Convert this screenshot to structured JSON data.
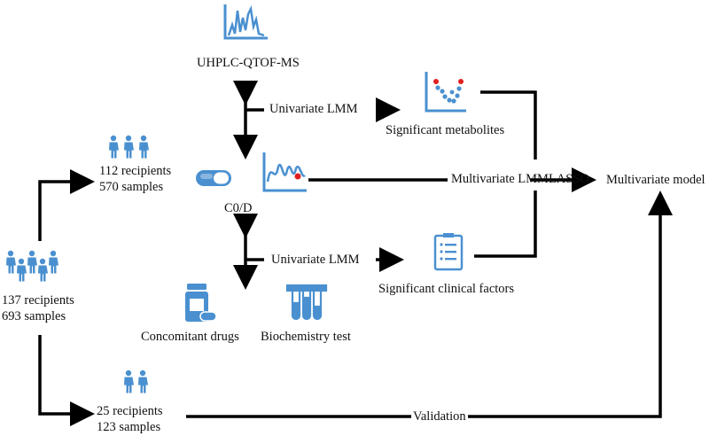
{
  "nodes": {
    "cohort_all": {
      "line1": "137 recipients",
      "line2": "693 samples"
    },
    "cohort_train": {
      "line1": "112 recipients",
      "line2": "570 samples"
    },
    "cohort_val": {
      "line1": "25 recipients",
      "line2": "123 samples"
    },
    "uhplc": "UHPLC-QTOF-MS",
    "c0d": "C0/D",
    "concomitant": "Concomitant drugs",
    "biochem": "Biochemistry test",
    "sig_metabolites": "Significant metabolites",
    "sig_clinical": "Significant clinical factors",
    "multivariate_model": "Multivariate model"
  },
  "edges": {
    "univariate_top": "Univariate LMM",
    "univariate_bottom": "Univariate LMM",
    "multivariate_lasso": "Multivariate LMMLASSO",
    "validation": "Validation"
  },
  "colors": {
    "icon_blue": "#4a90d0",
    "dot_red": "#e02020",
    "arrow": "#000000"
  },
  "icons": [
    "people-group-icon",
    "pill-capsule-icon",
    "chromatogram-icon",
    "volcano-plot-icon",
    "clipboard-list-icon",
    "medicine-bottle-icon",
    "test-tubes-icon"
  ]
}
